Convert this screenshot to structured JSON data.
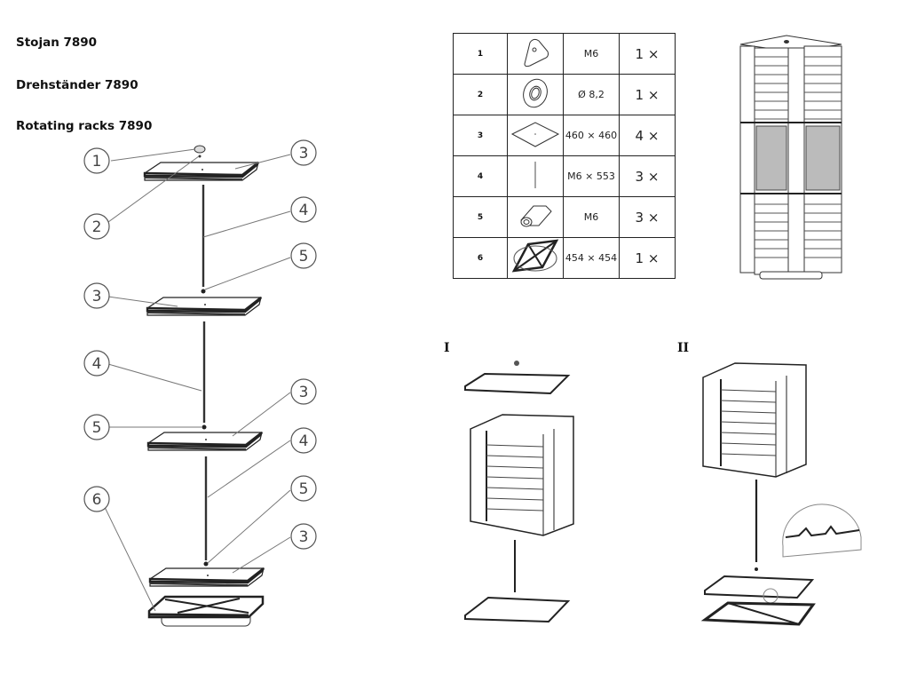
{
  "titles": {
    "czech": "Stojan 7890",
    "german": "Drehständer 7890",
    "english": "Rotating racks 7890"
  },
  "exploded_view": {
    "callouts": [
      {
        "label": "1",
        "part": "knob"
      },
      {
        "label": "3",
        "part": "shelf-top"
      },
      {
        "label": "2",
        "part": "washer"
      },
      {
        "label": "4",
        "part": "rod-upper"
      },
      {
        "label": "5",
        "part": "nut-upper"
      },
      {
        "label": "3",
        "part": "shelf-second"
      },
      {
        "label": "4",
        "part": "rod-middle"
      },
      {
        "label": "3",
        "part": "shelf-third"
      },
      {
        "label": "5",
        "part": "nut-middle"
      },
      {
        "label": "4",
        "part": "rod-lower"
      },
      {
        "label": "6",
        "part": "rotating-base"
      },
      {
        "label": "5",
        "part": "nut-lower"
      },
      {
        "label": "3",
        "part": "shelf-bottom"
      }
    ]
  },
  "parts_table": {
    "rows": [
      {
        "num": "1",
        "icon": "knob-icon",
        "spec": "M6",
        "qty": "1 ×"
      },
      {
        "num": "2",
        "icon": "washer-icon",
        "spec": "Ø 8,2",
        "qty": "1 ×"
      },
      {
        "num": "3",
        "icon": "shelf-plate-icon",
        "spec": "460 × 460",
        "qty": "4 ×"
      },
      {
        "num": "4",
        "icon": "threaded-rod-icon",
        "spec": "M6 × 553",
        "qty": "3 ×"
      },
      {
        "num": "5",
        "icon": "hex-nut-icon",
        "spec": "M6",
        "qty": "3 ×"
      },
      {
        "num": "6",
        "icon": "rotating-base-icon",
        "spec": "454 × 454",
        "qty": "1 ×"
      }
    ]
  },
  "steps": {
    "step1": "I",
    "step2": "II"
  }
}
